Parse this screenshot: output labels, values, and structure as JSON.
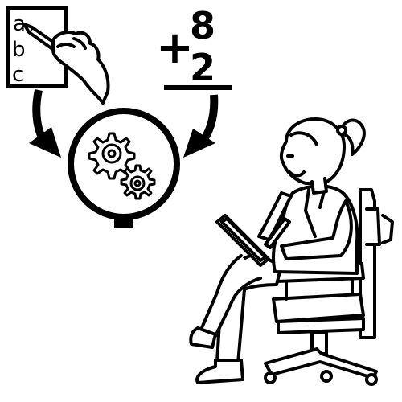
{
  "pictogram": {
    "writing_letters": [
      "a",
      "b",
      "c"
    ],
    "math": {
      "operator": "+",
      "top_number": "8",
      "bottom_number": "2"
    }
  },
  "colors": {
    "ink": "#000000",
    "paper": "#ffffff"
  },
  "icons": [
    "hand-writing-icon",
    "gears-icon",
    "arrow-icon",
    "person-on-chair-icon"
  ]
}
